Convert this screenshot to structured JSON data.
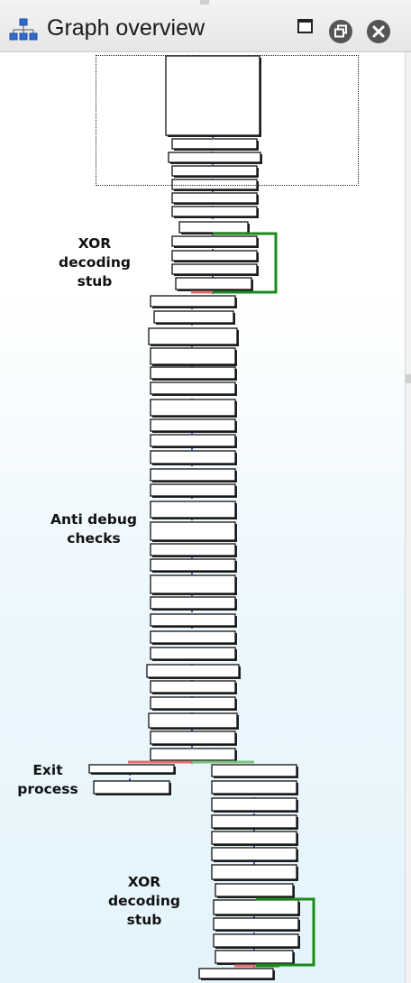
{
  "window": {
    "title": "Graph overview",
    "icon": "hierarchy-graph-icon",
    "buttons": [
      "maximize-icon",
      "restore-icon",
      "close-icon"
    ]
  },
  "annotations": {
    "xor_stub_1": "XOR\ndecoding\nstub",
    "anti_debug": "Anti debug\nchecks",
    "exit_process": "Exit\nprocess",
    "xor_stub_2": "XOR\ndecoding\nstub"
  },
  "colors": {
    "loop_edge": "#1a8a1a",
    "false_edge": "#e07070",
    "true_edge": "#7bc47b",
    "flow_edge": "#2233cc",
    "background_bottom": "#e4f4fc"
  }
}
